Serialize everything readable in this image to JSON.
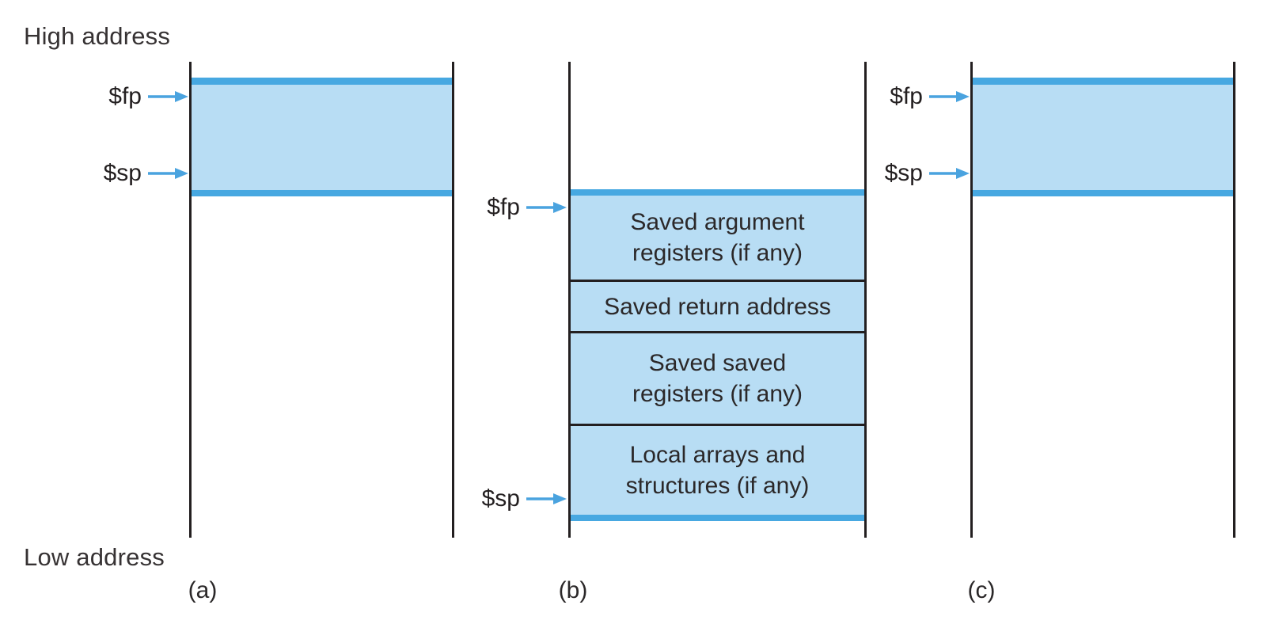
{
  "page": {
    "high_address_label": "High address",
    "low_address_label": "Low address"
  },
  "colors": {
    "band_fill": "#b8ddf4",
    "band_edge": "#47a8e1",
    "rail_line": "#231f20",
    "pointer_arrow": "#4aa3df"
  },
  "stacks": {
    "a": {
      "caption": "(a)",
      "fp_label": "$fp",
      "sp_label": "$sp"
    },
    "b": {
      "caption": "(b)",
      "fp_label": "$fp",
      "sp_label": "$sp",
      "boxes": [
        {
          "text": "Saved argument\nregisters (if any)"
        },
        {
          "text": "Saved return address"
        },
        {
          "text": "Saved saved\nregisters (if any)"
        },
        {
          "text": "Local arrays and\nstructures (if any)"
        }
      ]
    },
    "c": {
      "caption": "(c)",
      "fp_label": "$fp",
      "sp_label": "$sp"
    }
  }
}
